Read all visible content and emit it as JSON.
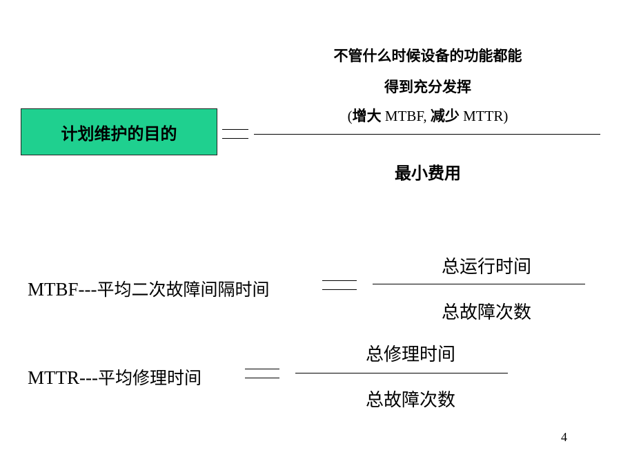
{
  "goal": {
    "label": "计划维护的目的",
    "numerator_line1": "不管什么时候设备的功能都能",
    "numerator_line2": "得到充分发挥",
    "numerator_line3_open": "(",
    "numerator_line3_zh1": "增大",
    "numerator_line3_en1": " MTBF, ",
    "numerator_line3_zh2": "减少",
    "numerator_line3_en2": " MTTR)",
    "denominator": "最小费用",
    "box_color": "#1fd08f"
  },
  "mtbf": {
    "abbr": "MTBF---",
    "label_zh": "平均二次故障间隔时间",
    "numerator": "总运行时间",
    "denominator": "总故障次数"
  },
  "mttr": {
    "abbr": "MTTR---",
    "label_zh": "平均修理时间",
    "numerator": "总修理时间",
    "denominator": "总故障次数"
  },
  "page_number": "4"
}
